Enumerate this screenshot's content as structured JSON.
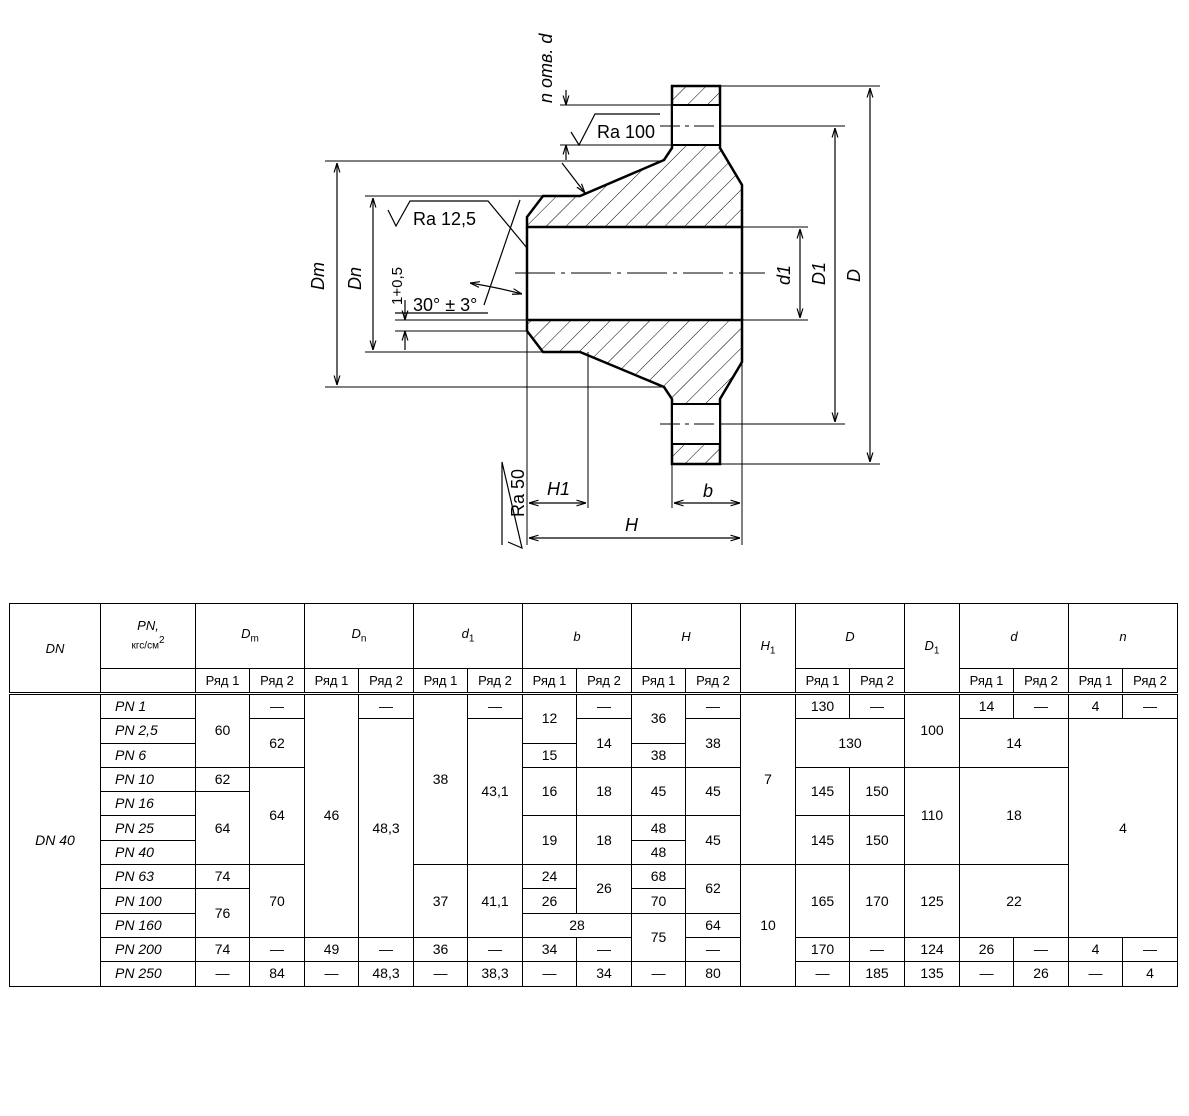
{
  "drawing": {
    "labels": {
      "holes": "n отв. d",
      "ra100": "Ra 100",
      "ra125": "Ra 12,5",
      "ra50": "Ra 50",
      "angle": "30° ± 3°",
      "tol": "1+0,5",
      "Dm": "Dm",
      "Dn": "Dn",
      "d1": "d1",
      "D1": "D1",
      "D": "D",
      "H1": "H1",
      "H": "H",
      "b": "b"
    }
  },
  "table": {
    "headers": {
      "dn": "DN",
      "pn": "PN,",
      "pn_unit": "кгс/см",
      "pn_sup": "2",
      "dm": "D",
      "dm_sub": "m",
      "dnn": "D",
      "dnn_sub": "n",
      "d1": "d",
      "d1_sub": "1",
      "b": "b",
      "h": "H",
      "h1": "H",
      "h1_sub": "1",
      "d": "D",
      "dd1": "D",
      "dd1_sub": "1",
      "dsm": "d",
      "n": "n",
      "row1": "Ряд 1",
      "row2": "Ряд 2"
    },
    "dn_value": "DN 40",
    "pn": [
      "PN 1",
      "PN 2,5",
      "PN 6",
      "PN 10",
      "PN 16",
      "PN 25",
      "PN 40",
      "PN 63",
      "PN 100",
      "PN 160",
      "PN 200",
      "PN 250"
    ],
    "v": {
      "dm1_60": "60",
      "dm2_dash1": "—",
      "dm2_62": "62",
      "dm1_62": "62",
      "dm1_64": "64",
      "dm2_64": "64",
      "dm1_74": "74",
      "dm1_76": "76",
      "dm2_70": "70",
      "dm1_74b": "74",
      "dm2_dash2": "—",
      "dm1_dash": "—",
      "dm2_84": "84",
      "dn1_46": "46",
      "dn2_dash1": "—",
      "dn2_483": "48,3",
      "dn1_49": "49",
      "dn2_dash2": "—",
      "dn1_dash": "—",
      "dn2_483b": "48,3",
      "d11_38": "38",
      "d12_dash1": "—",
      "d12_431": "43,1",
      "d11_37": "37",
      "d12_411": "41,1",
      "d11_36": "36",
      "d12_dash2": "—",
      "d11_dash": "—",
      "d12_383": "38,3",
      "b1_12": "12",
      "b2_dash": "—",
      "b2_14": "14",
      "b1_15": "15",
      "b1_16": "16",
      "b2_18": "18",
      "b1_19": "19",
      "b2_18b": "18",
      "b1_24": "24",
      "b2_26": "26",
      "b1_26": "26",
      "b_28": "28",
      "b1_34": "34",
      "b2_dash2": "—",
      "b1_dash": "—",
      "b2_34": "34",
      "h1_36": "36",
      "h2_dash": "—",
      "h2_38": "38",
      "h1_38": "38",
      "h1_45": "45",
      "h2_45": "45",
      "h1_48": "48",
      "h1_48b": "48",
      "h2_45b": "45",
      "h1_68": "68",
      "h2_62": "62",
      "h1_70": "70",
      "h1_75": "75",
      "h2_64": "64",
      "h2_dash2": "—",
      "h1_dash": "—",
      "h2_80": "80",
      "H1_7": "7",
      "H1_10": "10",
      "D1_130": "130",
      "D2_dash": "—",
      "D_130": "130",
      "D1_145": "145",
      "D2_150": "150",
      "D1_145b": "145",
      "D2_150b": "150",
      "D1_165": "165",
      "D2_170": "170",
      "D1_170": "170",
      "D2_dash2": "—",
      "D1_dash": "—",
      "D2_185": "185",
      "DD1_100": "100",
      "DD1_110": "110",
      "DD1_125": "125",
      "DD1_124": "124",
      "DD1_135": "135",
      "d1_14": "14",
      "d2_dash": "—",
      "d_14": "14",
      "d_18": "18",
      "d_22": "22",
      "d1_26": "26",
      "d2_dash2": "—",
      "d1_dash": "—",
      "d2_26": "26",
      "n1_4": "4",
      "n2_dash": "—",
      "n_4": "4",
      "n1_4b": "4",
      "n2_dash2": "—",
      "n1_dash": "—",
      "n2_4": "4"
    }
  }
}
